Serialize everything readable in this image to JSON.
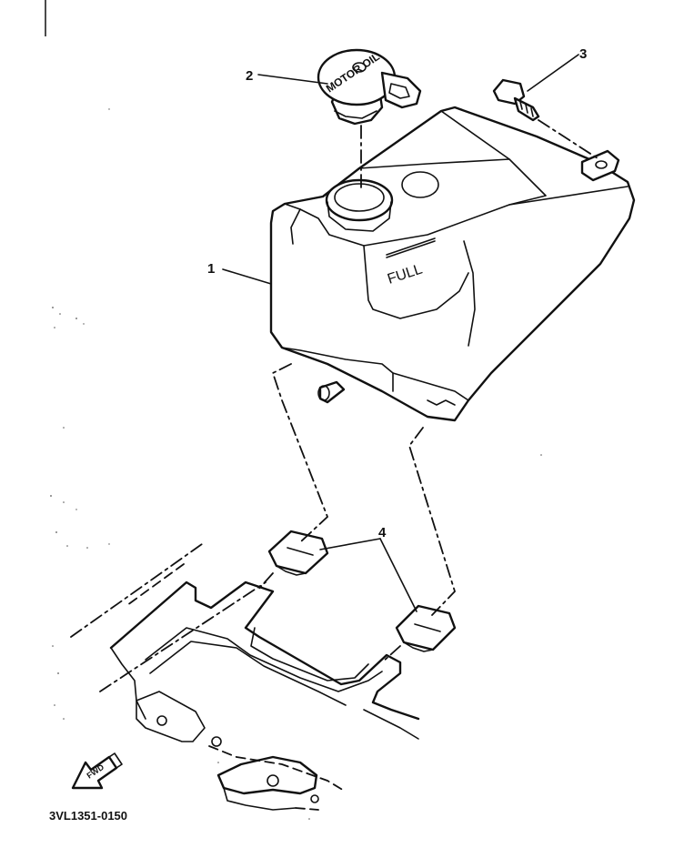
{
  "diagram": {
    "callouts": [
      {
        "id": "1",
        "label": "1"
      },
      {
        "id": "2",
        "label": "2"
      },
      {
        "id": "3",
        "label": "3"
      },
      {
        "id": "4",
        "label": "4"
      }
    ],
    "cap_text": "MOTOR OIL",
    "tank_marking": "FULL",
    "direction_marker": "FWD",
    "figure_code": "3VL1351-0150"
  }
}
